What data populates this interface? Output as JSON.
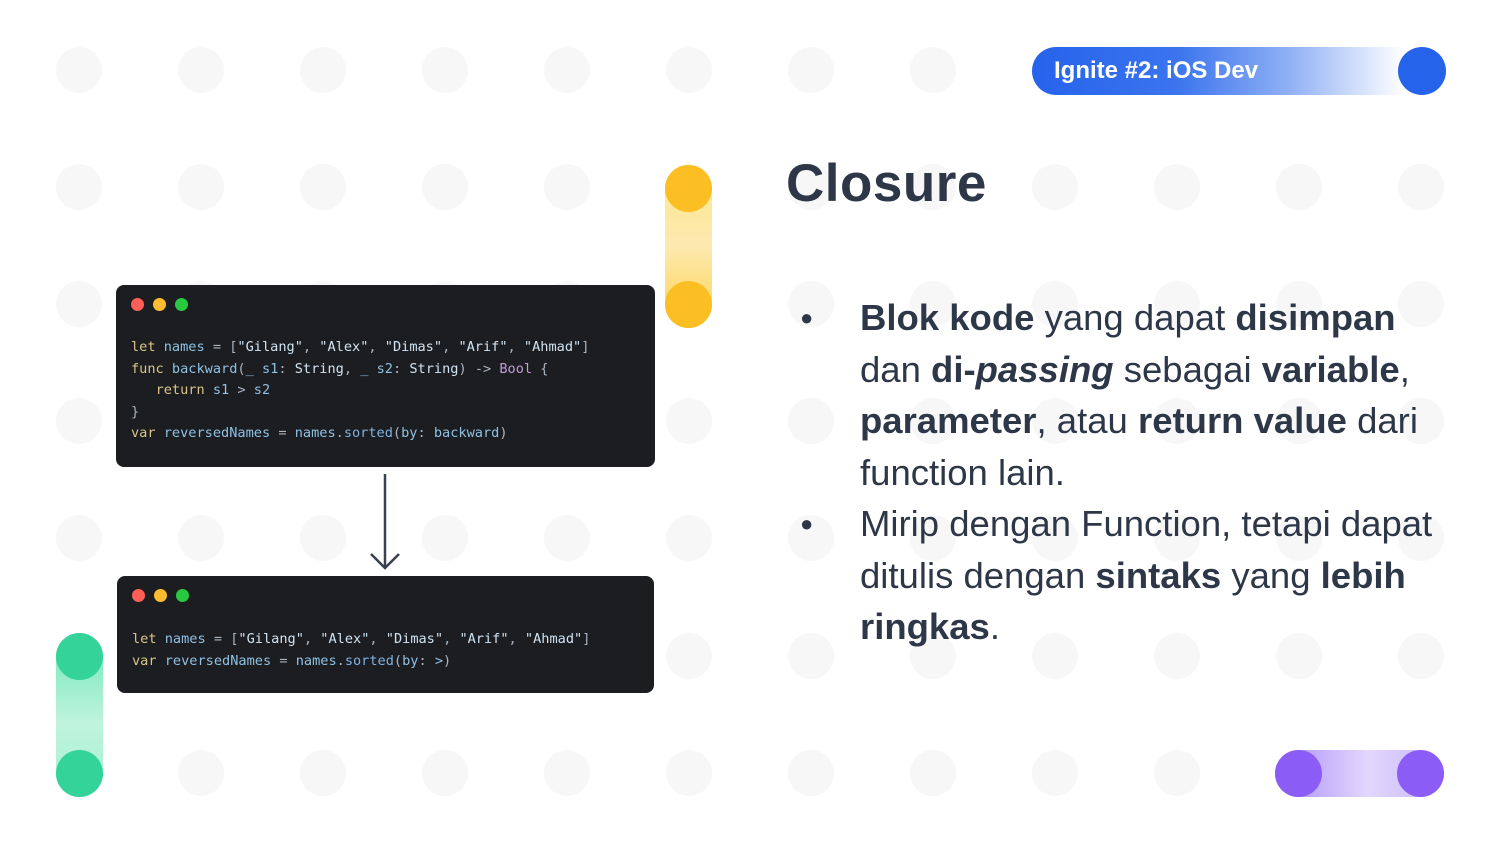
{
  "badge": {
    "label": "Ignite #2: iOS Dev"
  },
  "slide": {
    "title": "Closure"
  },
  "bullets": [
    {
      "segments": [
        {
          "text": "Blok kode",
          "bold": true
        },
        {
          "text": " yang dapat "
        },
        {
          "text": "disimpan",
          "bold": true
        },
        {
          "text": " dan "
        },
        {
          "text": "di-",
          "bold": true
        },
        {
          "text": "passing",
          "bold": true,
          "italic": true
        },
        {
          "text": " sebagai "
        },
        {
          "text": "variable",
          "bold": true
        },
        {
          "text": ", "
        },
        {
          "text": "parameter",
          "bold": true
        },
        {
          "text": ", atau "
        },
        {
          "text": "return value",
          "bold": true
        },
        {
          "text": " dari function lain."
        }
      ]
    },
    {
      "segments": [
        {
          "text": "Mirip dengan Function, tetapi dapat ditulis dengan "
        },
        {
          "text": "sintaks",
          "bold": true
        },
        {
          "text": " yang "
        },
        {
          "text": "lebih ringkas",
          "bold": true
        },
        {
          "text": "."
        }
      ]
    }
  ],
  "code_before": {
    "lines": [
      [
        [
          "kw",
          "let"
        ],
        [
          "plain",
          " names "
        ],
        [
          "pun",
          "= ["
        ],
        [
          "str",
          "\"Gilang\""
        ],
        [
          "pun",
          ", "
        ],
        [
          "str",
          "\"Alex\""
        ],
        [
          "pun",
          ", "
        ],
        [
          "str",
          "\"Dimas\""
        ],
        [
          "pun",
          ", "
        ],
        [
          "str",
          "\"Arif\""
        ],
        [
          "pun",
          ", "
        ],
        [
          "str",
          "\"Ahmad\""
        ],
        [
          "pun",
          "]"
        ]
      ],
      [
        [
          "kw",
          "func"
        ],
        [
          "plain",
          " backward"
        ],
        [
          "pun",
          "("
        ],
        [
          "plain",
          "_ s1"
        ],
        [
          "pun",
          ": "
        ],
        [
          "str",
          "String"
        ],
        [
          "pun",
          ", "
        ],
        [
          "plain",
          "_ s2"
        ],
        [
          "pun",
          ": "
        ],
        [
          "str",
          "String"
        ],
        [
          "pun",
          ") -> "
        ],
        [
          "typ",
          "Bool"
        ],
        [
          "pun",
          " {"
        ]
      ],
      [
        [
          "plain",
          "   "
        ],
        [
          "kw",
          "return"
        ],
        [
          "plain",
          " s1 "
        ],
        [
          "pun",
          "> "
        ],
        [
          "plain",
          "s2"
        ]
      ],
      [
        [
          "pun",
          "}"
        ]
      ],
      [
        [
          "kw",
          "var"
        ],
        [
          "plain",
          " reversedNames "
        ],
        [
          "pun",
          "= "
        ],
        [
          "plain",
          "names"
        ],
        [
          "pun",
          "."
        ],
        [
          "fn",
          "sorted"
        ],
        [
          "pun",
          "("
        ],
        [
          "plain",
          "by"
        ],
        [
          "pun",
          ": "
        ],
        [
          "plain",
          "backward"
        ],
        [
          "pun",
          ")"
        ]
      ]
    ]
  },
  "code_after": {
    "lines": [
      [
        [
          "kw",
          "let"
        ],
        [
          "plain",
          " names "
        ],
        [
          "pun",
          "= ["
        ],
        [
          "str",
          "\"Gilang\""
        ],
        [
          "pun",
          ", "
        ],
        [
          "str",
          "\"Alex\""
        ],
        [
          "pun",
          ", "
        ],
        [
          "str",
          "\"Dimas\""
        ],
        [
          "pun",
          ", "
        ],
        [
          "str",
          "\"Arif\""
        ],
        [
          "pun",
          ", "
        ],
        [
          "str",
          "\"Ahmad\""
        ],
        [
          "pun",
          "]"
        ]
      ],
      [
        [
          "kw",
          "var"
        ],
        [
          "plain",
          " reversedNames "
        ],
        [
          "pun",
          "= "
        ],
        [
          "plain",
          "names"
        ],
        [
          "pun",
          "."
        ],
        [
          "fn",
          "sorted"
        ],
        [
          "pun",
          "("
        ],
        [
          "plain",
          "by"
        ],
        [
          "pun",
          ": "
        ],
        [
          "plain",
          ">"
        ],
        [
          "pun",
          ")"
        ]
      ]
    ]
  },
  "colors": {
    "accent_blue": "#2563eb",
    "accent_yellow": "#fbbf24",
    "accent_green": "#34d399",
    "accent_purple": "#8b5cf6",
    "text_dark": "#2d3748",
    "code_bg": "#1c1d20",
    "light_red": "#ff5f57",
    "light_yellow": "#febc2e",
    "light_green": "#28c840"
  }
}
